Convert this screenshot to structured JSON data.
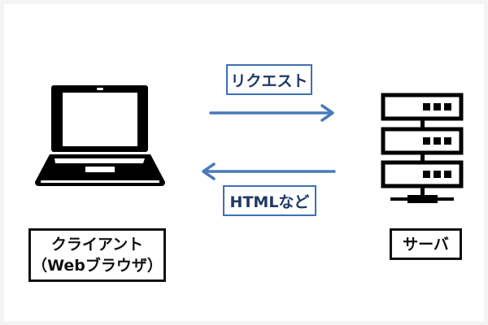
{
  "diagram": {
    "request_label": "リクエスト",
    "response_label": "HTMLなど",
    "client_label_line1": "クライアント",
    "client_label_line2": "（Webブラウザ）",
    "server_label": "サーバ",
    "colors": {
      "arrow": "#4a7ab8",
      "label_border": "#3d70b5",
      "label_text": "#1f3864",
      "icon": "#000000"
    },
    "icons": {
      "client": "laptop-icon",
      "server": "server-rack-icon"
    }
  }
}
